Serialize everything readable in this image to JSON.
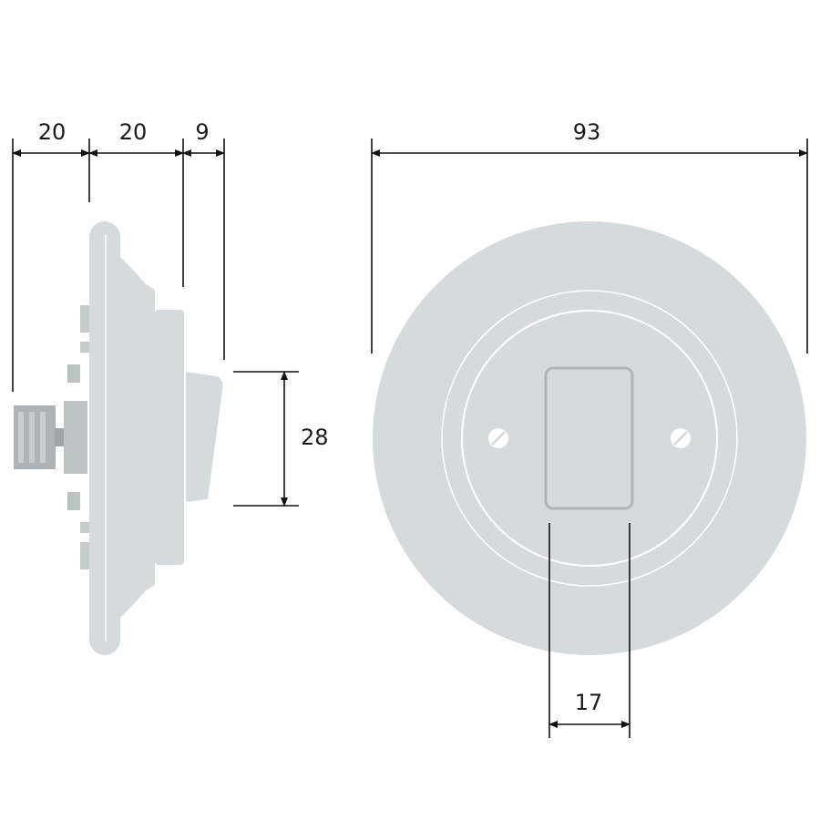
{
  "colors": {
    "body": "#d5dadd",
    "body_dark": "#b5bcc1",
    "metal": "#aeb3b7",
    "metal_dark": "#8f959a",
    "ring_line": "#ffffff",
    "dimension": "#111111"
  },
  "dimensions": {
    "depth_base": "20",
    "depth_body": "20",
    "depth_rocker": "9",
    "rocker_height": "28",
    "diameter": "93",
    "rocker_width": "17"
  }
}
